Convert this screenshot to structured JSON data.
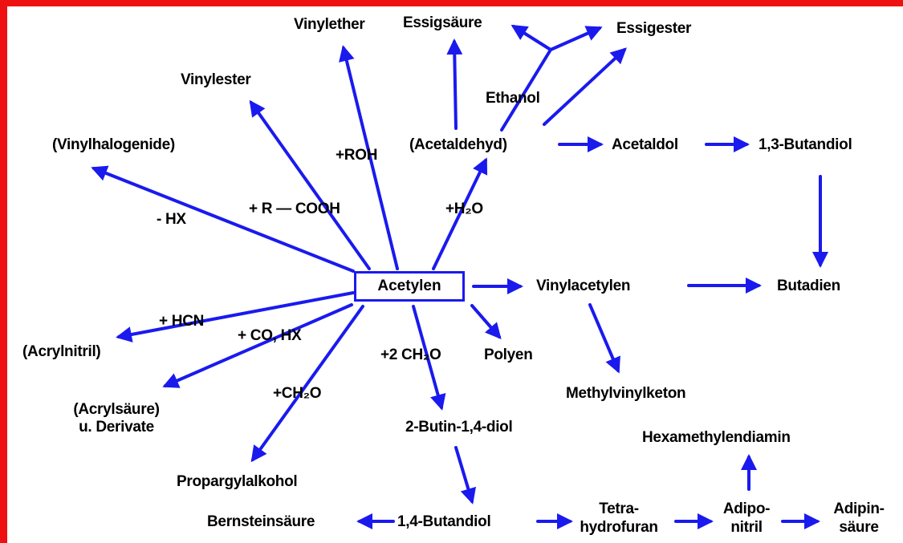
{
  "colors": {
    "arrow": "#1a1aee",
    "border": "#ee1111",
    "text": "#000000"
  },
  "center": "Acetylen",
  "products": {
    "vinylether": "Vinylether",
    "essigsaeure": "Essigsäure",
    "essigester": "Essigester",
    "vinylester": "Vinylester",
    "ethanol": "Ethanol",
    "vinylhalogenide": "(Vinylhalogenide)",
    "acetaldehyd": "(Acetaldehyd)",
    "acetaldol": "Acetaldol",
    "butandiol_13": "1,3-Butandiol",
    "vinylacetylen": "Vinylacetylen",
    "butadien": "Butadien",
    "acrylnitril": "(Acrylnitril)",
    "acrylsaeure_1": "(Acrylsäure)",
    "acrylsaeure_2": "u. Derivate",
    "polyen": "Polyen",
    "methylvinylketon": "Methylvinylketon",
    "butindiol": "2-Butin-1,4-diol",
    "hexamethylendiamin": "Hexamethylendiamin",
    "propargylalkohol": "Propargylalkohol",
    "bernsteinsaeure": "Bernsteinsäure",
    "butandiol_14": "1,4-Butandiol",
    "thf_1": "Tetra-",
    "thf_2": "hydrofuran",
    "adiponitril_1": "Adipo-",
    "adiponitril_2": "nitril",
    "adipinsaeure_1": "Adipin-",
    "adipinsaeure_2": "säure"
  },
  "reagents": {
    "roh": "+ROH",
    "rcooh": "+ R — COOH",
    "h2o": "+H₂O",
    "hx": "- HX",
    "hcn": "+ HCN",
    "co_hx": "+ CO, HX",
    "ch2o_2": "+2 CH₂O",
    "ch2o": "+CH₂O"
  }
}
